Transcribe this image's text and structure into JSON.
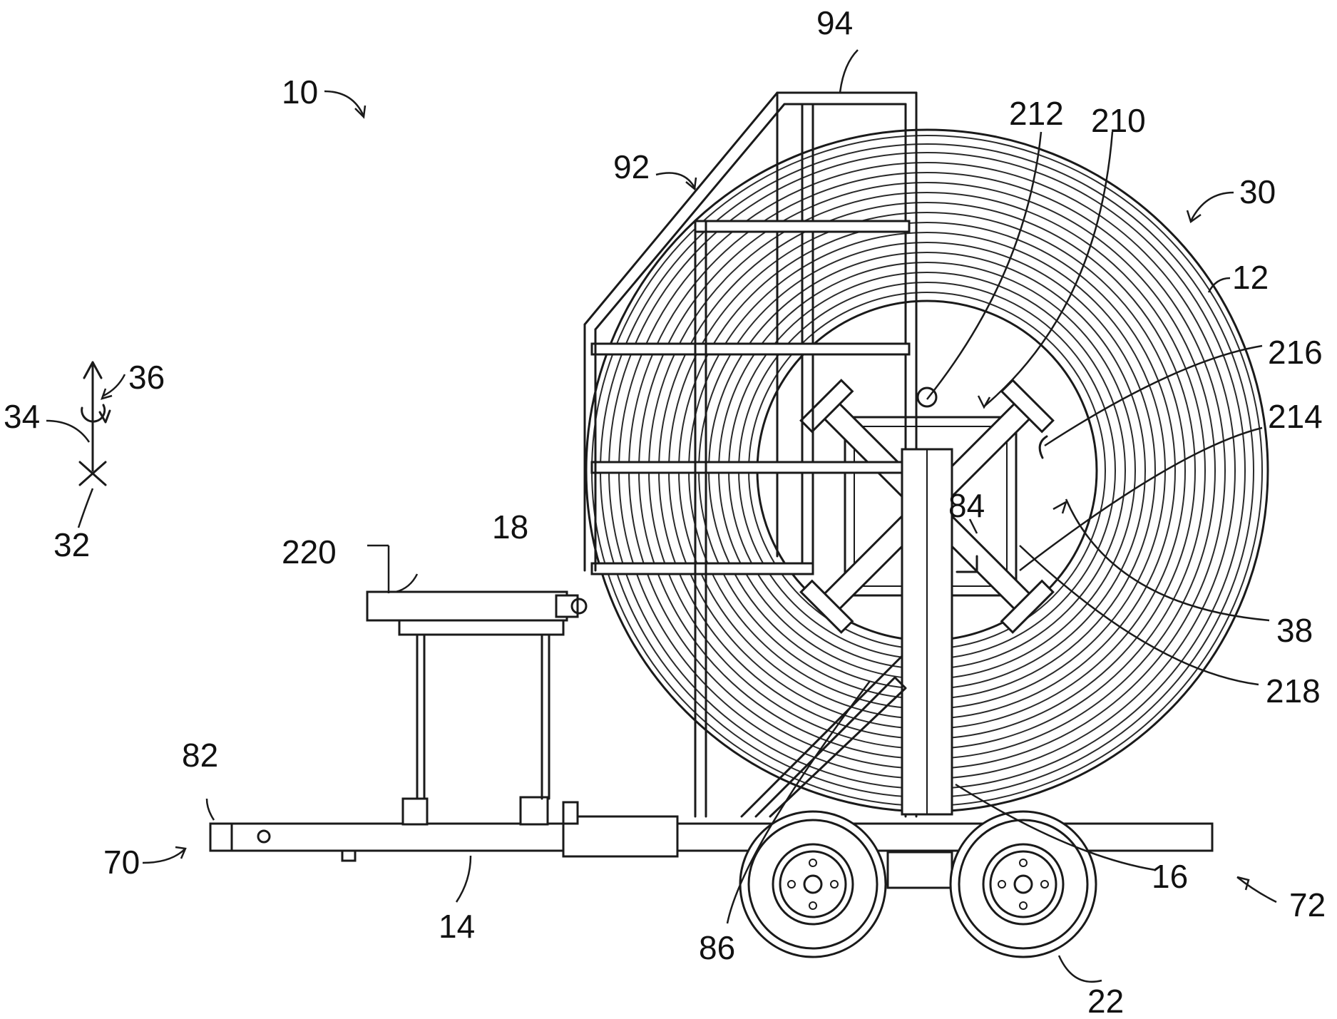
{
  "figure": {
    "labels": {
      "l10": "10",
      "l94": "94",
      "l92": "92",
      "l212": "212",
      "l210": "210",
      "l30": "30",
      "l12": "12",
      "l216": "216",
      "l214": "214",
      "l36": "36",
      "l34": "34",
      "l32": "32",
      "l220": "220",
      "l18": "18",
      "l84": "84",
      "l38": "38",
      "l218": "218",
      "l82": "82",
      "l70": "70",
      "l14": "14",
      "l86": "86",
      "l16": "16",
      "l72": "72",
      "l22": "22"
    },
    "colors": {
      "ink": "#1a1a1a",
      "paper": "#ffffff"
    }
  }
}
